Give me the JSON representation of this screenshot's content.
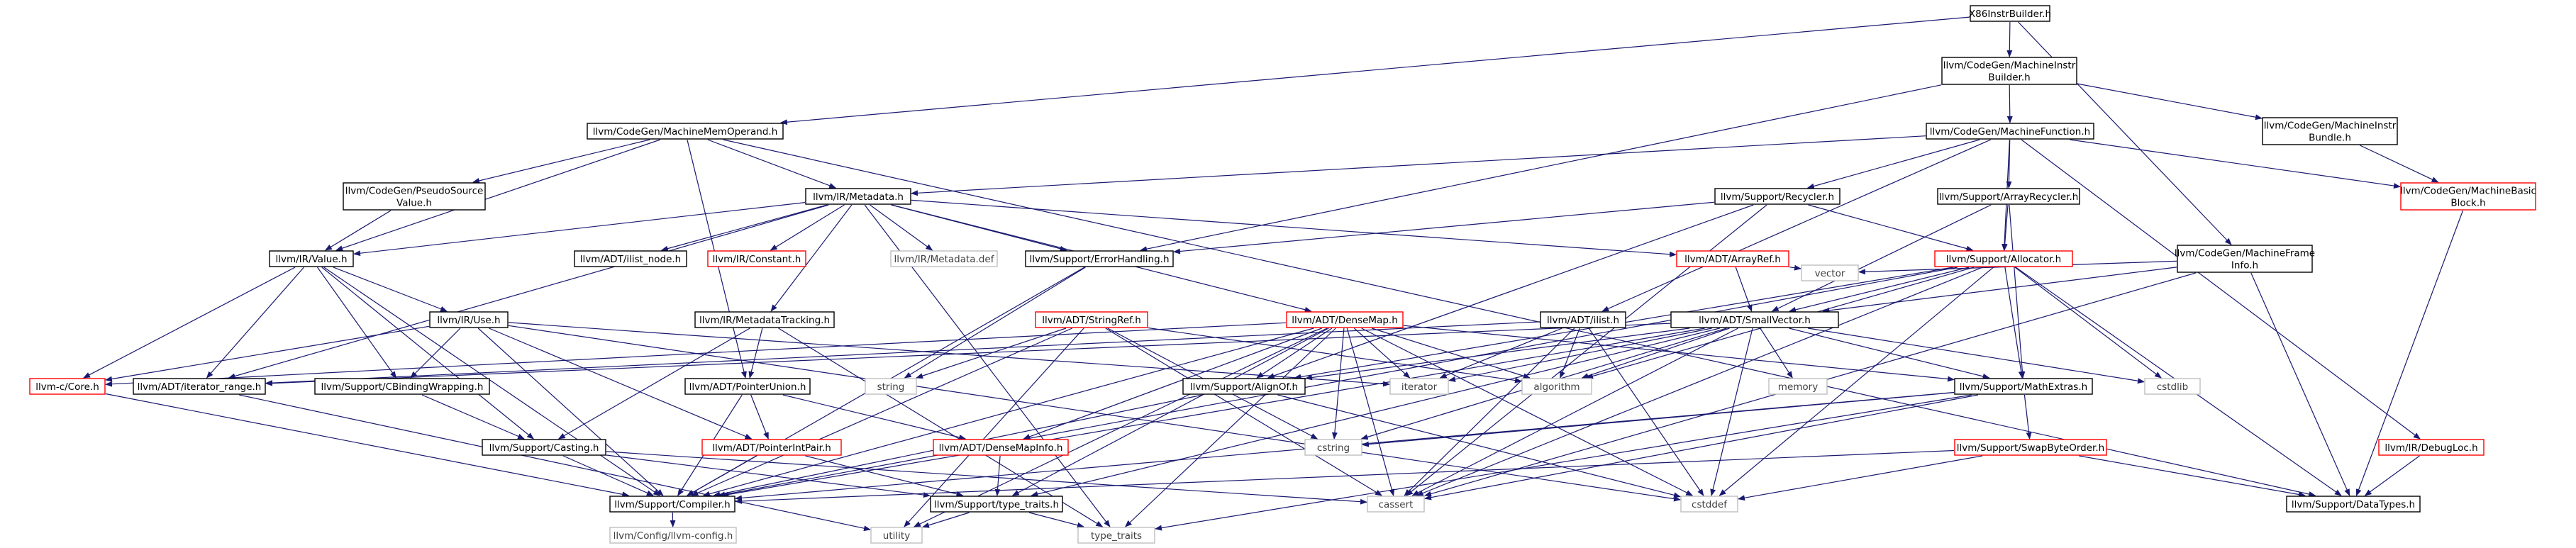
{
  "diagram": {
    "nodes": [
      {
        "id": "x86",
        "lines": [
          "X86InstrBuilder.h"
        ],
        "style": "root"
      },
      {
        "id": "mib",
        "lines": [
          "llvm/CodeGen/MachineInstr",
          "Builder.h"
        ],
        "style": "normal"
      },
      {
        "id": "mmo",
        "lines": [
          "llvm/CodeGen/MachineMemOperand.h"
        ],
        "style": "normal"
      },
      {
        "id": "mf",
        "lines": [
          "llvm/CodeGen/MachineFunction.h"
        ],
        "style": "normal"
      },
      {
        "id": "mibundle",
        "lines": [
          "llvm/CodeGen/MachineInstr",
          "Bundle.h"
        ],
        "style": "normal"
      },
      {
        "id": "psv",
        "lines": [
          "llvm/CodeGen/PseudoSource",
          "Value.h"
        ],
        "style": "normal"
      },
      {
        "id": "metadata",
        "lines": [
          "llvm/IR/Metadata.h"
        ],
        "style": "normal"
      },
      {
        "id": "recycler",
        "lines": [
          "llvm/Support/Recycler.h"
        ],
        "style": "normal"
      },
      {
        "id": "arecycler",
        "lines": [
          "llvm/Support/ArrayRecycler.h"
        ],
        "style": "normal"
      },
      {
        "id": "mbb",
        "lines": [
          "llvm/CodeGen/MachineBasic",
          "Block.h"
        ],
        "style": "red"
      },
      {
        "id": "value",
        "lines": [
          "llvm/IR/Value.h"
        ],
        "style": "normal"
      },
      {
        "id": "ilistnode",
        "lines": [
          "llvm/ADT/ilist_node.h"
        ],
        "style": "normal"
      },
      {
        "id": "constant",
        "lines": [
          "llvm/IR/Constant.h"
        ],
        "style": "red"
      },
      {
        "id": "mddef",
        "lines": [
          "llvm/IR/Metadata.def"
        ],
        "style": "gray"
      },
      {
        "id": "errh",
        "lines": [
          "llvm/Support/ErrorHandling.h"
        ],
        "style": "normal"
      },
      {
        "id": "arrayref",
        "lines": [
          "llvm/ADT/ArrayRef.h"
        ],
        "style": "red"
      },
      {
        "id": "allocator",
        "lines": [
          "llvm/Support/Allocator.h"
        ],
        "style": "red"
      },
      {
        "id": "mfi",
        "lines": [
          "llvm/CodeGen/MachineFrame",
          "Info.h"
        ],
        "style": "normal"
      },
      {
        "id": "vector",
        "lines": [
          "vector"
        ],
        "style": "gray"
      },
      {
        "id": "use",
        "lines": [
          "llvm/IR/Use.h"
        ],
        "style": "normal"
      },
      {
        "id": "mdtrack",
        "lines": [
          "llvm/IR/MetadataTracking.h"
        ],
        "style": "normal"
      },
      {
        "id": "stringref",
        "lines": [
          "llvm/ADT/StringRef.h"
        ],
        "style": "red"
      },
      {
        "id": "densemap",
        "lines": [
          "llvm/ADT/DenseMap.h"
        ],
        "style": "red"
      },
      {
        "id": "ilist",
        "lines": [
          "llvm/ADT/ilist.h"
        ],
        "style": "normal"
      },
      {
        "id": "smallvector",
        "lines": [
          "llvm/ADT/SmallVector.h"
        ],
        "style": "normal"
      },
      {
        "id": "ccore",
        "lines": [
          "llvm-c/Core.h"
        ],
        "style": "red"
      },
      {
        "id": "iterrange",
        "lines": [
          "llvm/ADT/iterator_range.h"
        ],
        "style": "normal"
      },
      {
        "id": "cbw",
        "lines": [
          "llvm/Support/CBindingWrapping.h"
        ],
        "style": "normal"
      },
      {
        "id": "ptrunion",
        "lines": [
          "llvm/ADT/PointerUnion.h"
        ],
        "style": "normal"
      },
      {
        "id": "string",
        "lines": [
          "string"
        ],
        "style": "gray"
      },
      {
        "id": "alignof",
        "lines": [
          "llvm/Support/AlignOf.h"
        ],
        "style": "normal"
      },
      {
        "id": "iterator",
        "lines": [
          "iterator"
        ],
        "style": "gray"
      },
      {
        "id": "algorithm",
        "lines": [
          "algorithm"
        ],
        "style": "gray"
      },
      {
        "id": "memory",
        "lines": [
          "memory"
        ],
        "style": "gray"
      },
      {
        "id": "mathextras",
        "lines": [
          "llvm/Support/MathExtras.h"
        ],
        "style": "normal"
      },
      {
        "id": "cstdlib",
        "lines": [
          "cstdlib"
        ],
        "style": "gray"
      },
      {
        "id": "casting",
        "lines": [
          "llvm/Support/Casting.h"
        ],
        "style": "normal"
      },
      {
        "id": "ptrintpair",
        "lines": [
          "llvm/ADT/PointerIntPair.h"
        ],
        "style": "red"
      },
      {
        "id": "densemapinfo",
        "lines": [
          "llvm/ADT/DenseMapInfo.h"
        ],
        "style": "red"
      },
      {
        "id": "cstring",
        "lines": [
          "cstring"
        ],
        "style": "gray"
      },
      {
        "id": "swapbyte",
        "lines": [
          "llvm/Support/SwapByteOrder.h"
        ],
        "style": "red"
      },
      {
        "id": "debugloc",
        "lines": [
          "llvm/IR/DebugLoc.h"
        ],
        "style": "red"
      },
      {
        "id": "compiler",
        "lines": [
          "llvm/Support/Compiler.h"
        ],
        "style": "normal"
      },
      {
        "id": "typetraits",
        "lines": [
          "llvm/Support/type_traits.h"
        ],
        "style": "normal"
      },
      {
        "id": "cassert",
        "lines": [
          "cassert"
        ],
        "style": "gray"
      },
      {
        "id": "cstddef",
        "lines": [
          "cstddef"
        ],
        "style": "gray"
      },
      {
        "id": "datatypes",
        "lines": [
          "llvm/Support/DataTypes.h"
        ],
        "style": "normal"
      },
      {
        "id": "llvmconfig",
        "lines": [
          "llvm/Config/llvm-config.h"
        ],
        "style": "gray"
      },
      {
        "id": "utility",
        "lines": [
          "utility"
        ],
        "style": "gray"
      },
      {
        "id": "stdtypetraits",
        "lines": [
          "type_traits"
        ],
        "style": "gray"
      }
    ],
    "edges": [
      [
        "x86",
        "mib"
      ],
      [
        "x86",
        "mmo"
      ],
      [
        "x86",
        "mfi"
      ],
      [
        "mib",
        "mf"
      ],
      [
        "mib",
        "mibundle"
      ],
      [
        "mib",
        "errh"
      ],
      [
        "mmo",
        "psv"
      ],
      [
        "mmo",
        "metadata"
      ],
      [
        "mmo",
        "value"
      ],
      [
        "mmo",
        "ptrunion"
      ],
      [
        "mmo",
        "datatypes"
      ],
      [
        "mf",
        "metadata"
      ],
      [
        "mf",
        "recycler"
      ],
      [
        "mf",
        "arecycler"
      ],
      [
        "mf",
        "mbb"
      ],
      [
        "mf",
        "ilist"
      ],
      [
        "mf",
        "allocator"
      ],
      [
        "mf",
        "debugloc"
      ],
      [
        "mibundle",
        "mbb"
      ],
      [
        "psv",
        "value"
      ],
      [
        "metadata",
        "value"
      ],
      [
        "metadata",
        "ilistnode"
      ],
      [
        "metadata",
        "constant"
      ],
      [
        "metadata",
        "mddef"
      ],
      [
        "metadata",
        "errh"
      ],
      [
        "metadata",
        "arrayref"
      ],
      [
        "metadata",
        "mdtrack"
      ],
      [
        "metadata",
        "densemap"
      ],
      [
        "metadata",
        "iterrange"
      ],
      [
        "metadata",
        "stdtypetraits"
      ],
      [
        "recycler",
        "errh"
      ],
      [
        "recycler",
        "allocator"
      ],
      [
        "recycler",
        "alignof"
      ],
      [
        "recycler",
        "cassert"
      ],
      [
        "arecycler",
        "allocator"
      ],
      [
        "arecycler",
        "smallvector"
      ],
      [
        "arecycler",
        "mathextras"
      ],
      [
        "mbb",
        "datatypes"
      ],
      [
        "value",
        "use"
      ],
      [
        "value",
        "ccore"
      ],
      [
        "value",
        "iterrange"
      ],
      [
        "value",
        "cbw"
      ],
      [
        "value",
        "casting"
      ],
      [
        "value",
        "compiler"
      ],
      [
        "errh",
        "compiler"
      ],
      [
        "errh",
        "string"
      ],
      [
        "arrayref",
        "smallvector"
      ],
      [
        "arrayref",
        "vector"
      ],
      [
        "allocator",
        "smallvector"
      ],
      [
        "allocator",
        "alignof"
      ],
      [
        "allocator",
        "mathextras"
      ],
      [
        "allocator",
        "cassert"
      ],
      [
        "allocator",
        "cstddef"
      ],
      [
        "allocator",
        "cstdlib"
      ],
      [
        "allocator",
        "datatypes"
      ],
      [
        "allocator",
        "compiler"
      ],
      [
        "allocator",
        "algorithm"
      ],
      [
        "mfi",
        "smallvector"
      ],
      [
        "mfi",
        "vector"
      ],
      [
        "mfi",
        "datatypes"
      ],
      [
        "mfi",
        "cassert"
      ],
      [
        "use",
        "ccore"
      ],
      [
        "use",
        "cbw"
      ],
      [
        "use",
        "compiler"
      ],
      [
        "use",
        "ptrintpair"
      ],
      [
        "use",
        "iterator"
      ],
      [
        "use",
        "cstddef"
      ],
      [
        "mdtrack",
        "ptrunion"
      ],
      [
        "mdtrack",
        "casting"
      ],
      [
        "mdtrack",
        "stdtypetraits"
      ],
      [
        "stringref",
        "string"
      ],
      [
        "stringref",
        "algorithm"
      ],
      [
        "stringref",
        "cassert"
      ],
      [
        "stringref",
        "cstring"
      ],
      [
        "stringref",
        "utility"
      ],
      [
        "stringref",
        "compiler"
      ],
      [
        "densemap",
        "densemapinfo"
      ],
      [
        "densemap",
        "alignof"
      ],
      [
        "densemap",
        "compiler"
      ],
      [
        "densemap",
        "mathextras"
      ],
      [
        "densemap",
        "typetraits"
      ],
      [
        "densemap",
        "iterator"
      ],
      [
        "densemap",
        "algorithm"
      ],
      [
        "densemap",
        "cassert"
      ],
      [
        "densemap",
        "cstddef"
      ],
      [
        "densemap",
        "cstring"
      ],
      [
        "densemap",
        "utility"
      ],
      [
        "densemap",
        "stdtypetraits"
      ],
      [
        "densemap",
        "ccore"
      ],
      [
        "ilist",
        "iterator"
      ],
      [
        "ilist",
        "algorithm"
      ],
      [
        "ilist",
        "cassert"
      ],
      [
        "ilist",
        "cstddef"
      ],
      [
        "ilist",
        "iterrange"
      ],
      [
        "smallvector",
        "alignof"
      ],
      [
        "smallvector",
        "compiler"
      ],
      [
        "smallvector",
        "mathextras"
      ],
      [
        "smallvector",
        "typetraits"
      ],
      [
        "smallvector",
        "algorithm"
      ],
      [
        "smallvector",
        "cassert"
      ],
      [
        "smallvector",
        "cstddef"
      ],
      [
        "smallvector",
        "cstdlib"
      ],
      [
        "smallvector",
        "cstring"
      ],
      [
        "smallvector",
        "iterator"
      ],
      [
        "smallvector",
        "memory"
      ],
      [
        "smallvector",
        "iterrange"
      ],
      [
        "ccore",
        "compiler"
      ],
      [
        "iterrange",
        "utility"
      ],
      [
        "cbw",
        "casting"
      ],
      [
        "ptrunion",
        "ptrintpair"
      ],
      [
        "ptrunion",
        "compiler"
      ],
      [
        "ptrunion",
        "densemapinfo"
      ],
      [
        "alignof",
        "compiler"
      ],
      [
        "alignof",
        "cstddef"
      ],
      [
        "mathextras",
        "compiler"
      ],
      [
        "mathextras",
        "swapbyte"
      ],
      [
        "mathextras",
        "cassert"
      ],
      [
        "mathextras",
        "cstring"
      ],
      [
        "mathextras",
        "stdtypetraits"
      ],
      [
        "casting",
        "compiler"
      ],
      [
        "casting",
        "typetraits"
      ],
      [
        "casting",
        "cassert"
      ],
      [
        "ptrintpair",
        "compiler"
      ],
      [
        "ptrintpair",
        "typetraits"
      ],
      [
        "densemapinfo",
        "typetraits"
      ],
      [
        "swapbyte",
        "compiler"
      ],
      [
        "swapbyte",
        "datatypes"
      ],
      [
        "swapbyte",
        "cstddef"
      ],
      [
        "debugloc",
        "datatypes"
      ],
      [
        "compiler",
        "llvmconfig"
      ],
      [
        "typetraits",
        "utility"
      ],
      [
        "typetraits",
        "stdtypetraits"
      ]
    ]
  },
  "colors": {
    "edge": "#191970",
    "box_normal": "#000000",
    "box_red": "#ff0000",
    "box_gray": "#bfbfbf",
    "root_fill": "#bfbfbf",
    "text_normal": "#000000",
    "text_gray": "#404040"
  }
}
